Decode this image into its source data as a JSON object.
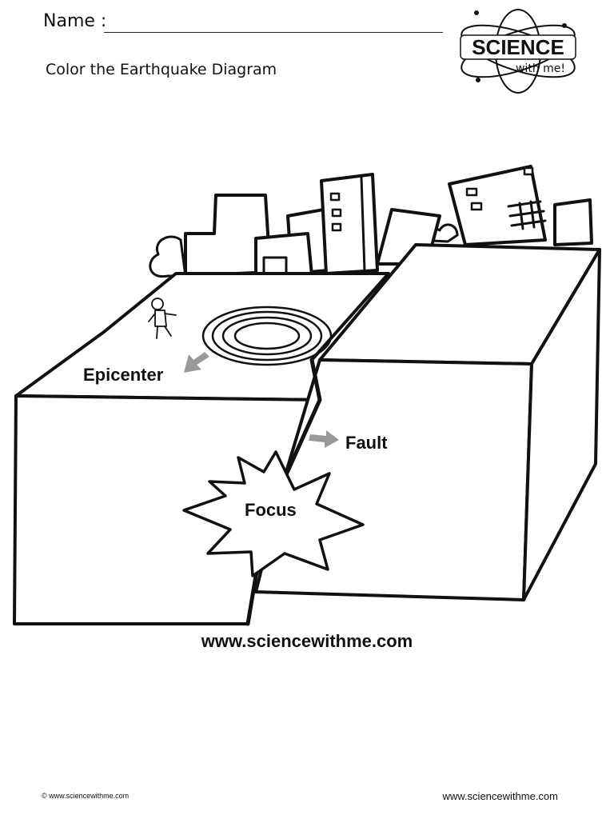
{
  "header": {
    "name_label": "Name :",
    "title": "Color the Earthquake Diagram"
  },
  "logo": {
    "science": "SCIENCE",
    "tagline": "with me!"
  },
  "diagram": {
    "labels": {
      "epicenter": "Epicenter",
      "fault": "Fault",
      "focus": "Focus"
    },
    "colors": {
      "outline": "#111111",
      "arrow": "#999999",
      "fill": "#ffffff"
    }
  },
  "website": "www.sciencewithme.com",
  "footer": {
    "copyright": "© www.sciencewithme.com",
    "website": "www.sciencewithme.com"
  }
}
